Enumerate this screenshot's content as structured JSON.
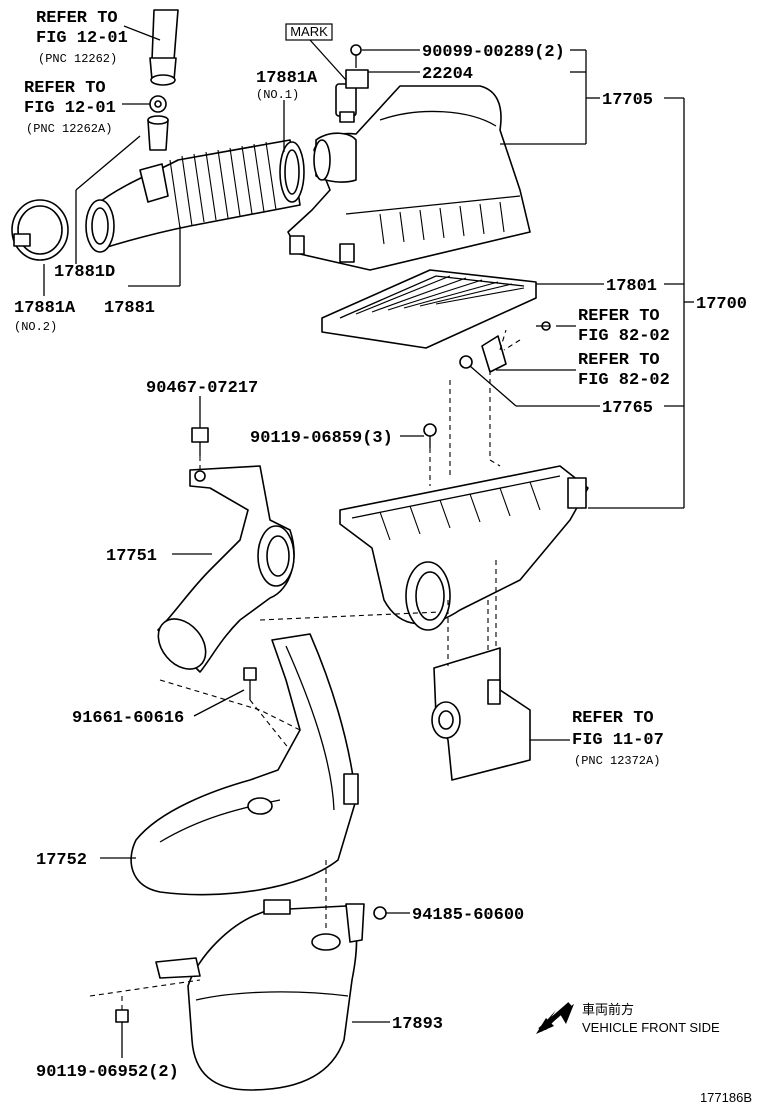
{
  "refs": {
    "r1": "REFER TO",
    "r1b": "FIG 12-01",
    "r1c": "(PNC 12262)",
    "r2": "REFER TO",
    "r2b": "FIG 12-01",
    "r2c": "(PNC 12262A)",
    "r3": "REFER TO",
    "r3b": "FIG 82-02",
    "r4": "REFER TO",
    "r4b": "FIG 82-02",
    "r5": "REFER TO",
    "r5b": "FIG 11-07",
    "r5c": "(PNC 12372A)"
  },
  "mark": "MARK",
  "parts": {
    "p90099": "90099-00289(2)",
    "p22204": "22204",
    "p17705": "17705",
    "p17881A1": "17881A",
    "p17881A1n": "(NO.1)",
    "p17881D": "17881D",
    "p17881A2": "17881A",
    "p17881A2n": "(NO.2)",
    "p17881": "17881",
    "p17801": "17801",
    "p17700": "17700",
    "p17765": "17765",
    "p90467": "90467-07217",
    "p90119a": "90119-06859(3)",
    "p17751": "17751",
    "p91661": "91661-60616",
    "p17752": "17752",
    "p94185": "94185-60600",
    "p17893": "17893",
    "p90119b": "90119-06952(2)"
  },
  "legend": {
    "jp": "車両前方",
    "en": "VEHICLE FRONT SIDE"
  },
  "figure_id": "177186B"
}
